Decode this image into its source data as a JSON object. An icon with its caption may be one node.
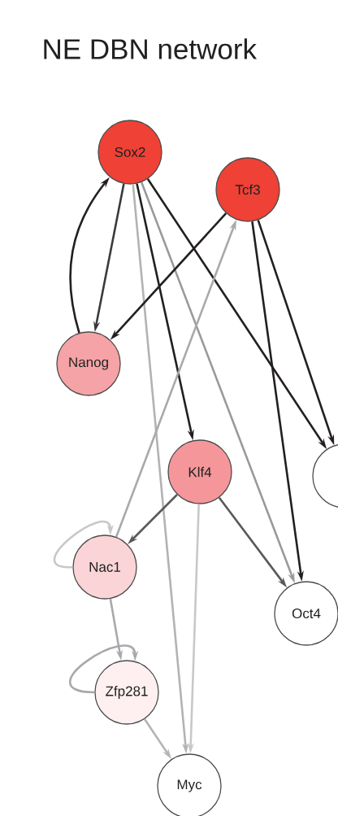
{
  "diagram": {
    "title": "NE DBN network",
    "nodes": [
      {
        "text": [
          "Sox2"
        ]
      },
      {
        "text": [
          "Tcf3"
        ]
      },
      {
        "text": [
          "Nanog"
        ]
      },
      {
        "text": [
          "Klf4"
        ]
      },
      {
        "text": [
          "Nac1"
        ]
      },
      {
        "text": [
          "Oct4"
        ]
      },
      {
        "text": [
          "Zfp281"
        ]
      },
      {
        "text": [
          "Myc"
        ]
      },
      {
        "text": [],
        "shape": "circle"
      }
    ],
    "edges": [
      {
        "from": 0,
        "to": 2,
        "arrow": "to",
        "color": "#3a3a3c"
      },
      {
        "from": 2,
        "to": 0,
        "arrow": "to"
      },
      {
        "from": 0,
        "to": 7,
        "arrow": "to",
        "color": "#b3b3b6"
      },
      {
        "from": 0,
        "to": 3,
        "arrow": "to"
      },
      {
        "from": 0,
        "to": 5,
        "arrow": "to",
        "color": "#9a9a9d"
      },
      {
        "from": 0,
        "to": 8,
        "arrow": "to"
      },
      {
        "from": 1,
        "to": 2,
        "arrow": "to"
      },
      {
        "from": 4,
        "to": 1,
        "arrow": "to",
        "color": "#a7a9ac"
      },
      {
        "from": 1,
        "to": 5,
        "arrow": "to"
      },
      {
        "from": 1,
        "to": 8,
        "arrow": "to"
      },
      {
        "from": 3,
        "to": 4,
        "arrow": "to",
        "color": "#58595b"
      },
      {
        "from": 3,
        "to": 5,
        "arrow": "to",
        "color": "#58595b"
      },
      {
        "from": 3,
        "to": 7,
        "arrow": "to",
        "color": "#c8c8ca"
      },
      {
        "from": 4,
        "to": 4,
        "arrow": "to",
        "color": "#c8c8ca"
      },
      {
        "from": 4,
        "to": 6,
        "arrow": "to",
        "color": "#a7a9ac"
      },
      {
        "from": 6,
        "to": 6,
        "arrow": "to",
        "color": "#a7a9ac"
      },
      {
        "from": 6,
        "to": 7,
        "arrow": "to",
        "color": "#b3b3b6"
      }
    ]
  }
}
